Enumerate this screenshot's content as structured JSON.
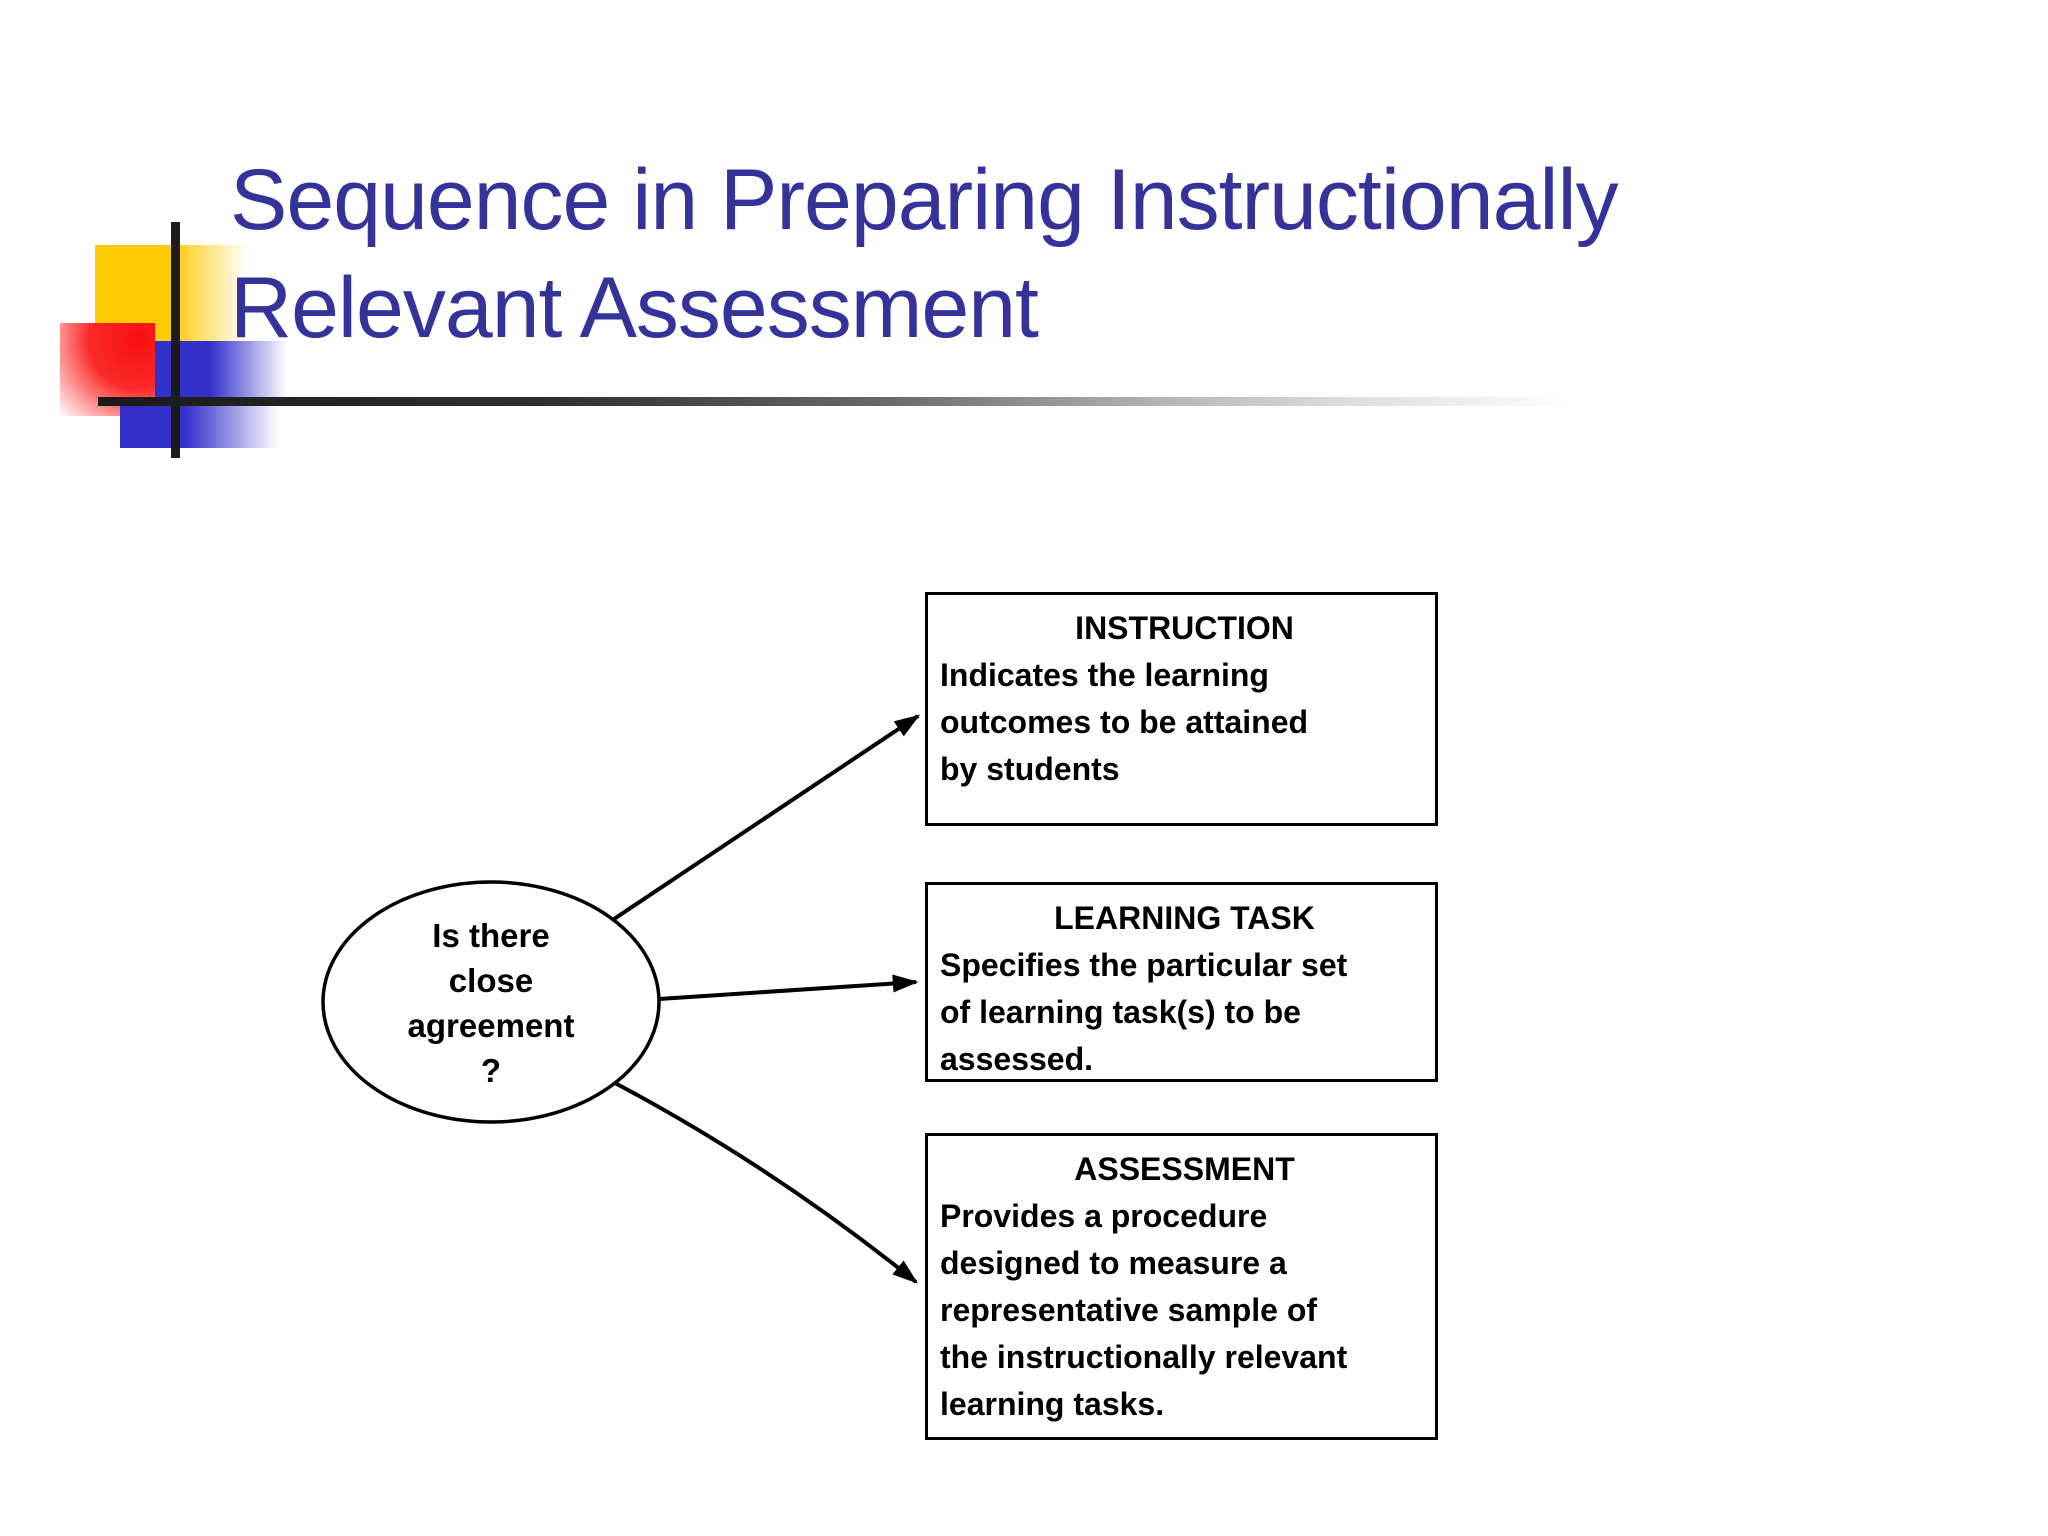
{
  "slide": {
    "title": "Sequence in Preparing Instructionally\nRelevant Assessment",
    "title_color": "#333399",
    "background_color": "#ffffff"
  },
  "decor": {
    "yellow_square_color": "#ffcb05",
    "red_square_color": "#f90f0f",
    "blue_square_color": "#3431cb",
    "cross_line_color": "#1c1c1c"
  },
  "diagram": {
    "outline_color": "#000000",
    "decision": {
      "label": "Is there\nclose\nagreement\n?"
    },
    "boxes": [
      {
        "heading": "INSTRUCTION",
        "body": "Indicates the learning\noutcomes to be attained\nby students"
      },
      {
        "heading": "LEARNING TASK",
        "body": "Specifies the particular set\nof learning task(s) to be\nassessed."
      },
      {
        "heading": "ASSESSMENT",
        "body": "Provides a procedure\ndesigned to measure a\nrepresentative sample of\nthe instructionally relevant\nlearning tasks."
      }
    ]
  }
}
